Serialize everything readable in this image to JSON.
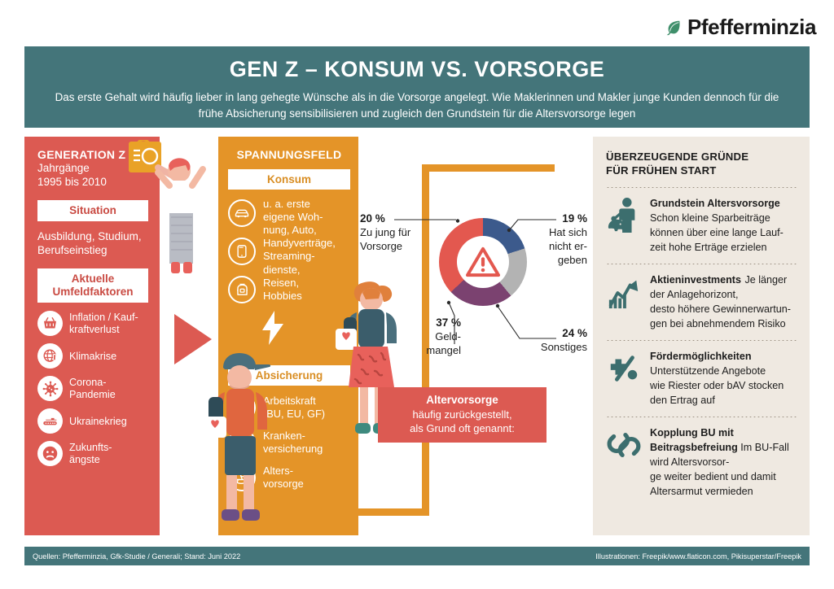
{
  "brand": {
    "name": "Pfefferminzia",
    "leaf_icon": "mint-leaf-icon",
    "color": "#2f7d5e"
  },
  "header": {
    "title": "GEN Z – KONSUM VS. VORSORGE",
    "subtitle": "Das erste Gehalt wird häufig lieber in lang gehegte Wünsche als in die Vorsorge angelegt. Wie Maklerinnen und Makler junge Kunden dennoch für die frühe Absicherung sensibilisieren und zugleich den Grundstein für die Altersvorsorge legen",
    "bg": "#44757a"
  },
  "left_panel": {
    "bg": "#dc5a52",
    "title": "GENERATION Z",
    "line1": "Jahrgänge",
    "line2": "1995 bis 2010",
    "pill_situation": "Situation",
    "situation_text_1": "Ausbildung, Studium,",
    "situation_text_2": "Berufseinstieg",
    "pill_factors_1": "Aktuelle",
    "pill_factors_2": "Umfeldfaktoren",
    "factors": [
      {
        "icon": "shopping-basket-icon",
        "label_1": "Inflation / Kauf-",
        "label_2": "kraftverlust"
      },
      {
        "icon": "globe-thermometer-icon",
        "label_1": "Klimakrise",
        "label_2": ""
      },
      {
        "icon": "virus-icon",
        "label_1": "Corona-",
        "label_2": "Pandemie"
      },
      {
        "icon": "tank-icon",
        "label_1": "Ukrainekrieg",
        "label_2": ""
      },
      {
        "icon": "sad-face-icon",
        "label_1": "Zukunfts-",
        "label_2": "ängste"
      }
    ]
  },
  "middle_panel": {
    "bg": "#e49428",
    "title": "SPANNUNGSFELD",
    "pill_konsum": "Konsum",
    "konsum_text": "u. a. erste eigene Woh-nung, Auto, Handyverträge, Streaming-dienste, Reisen, Hobbies",
    "konsum_lines": [
      "u. a. erste",
      "eigene Woh-",
      "nung, Auto,",
      "Handyverträge,",
      "Streaming-",
      "dienste,",
      "Reisen,",
      "Hobbies"
    ],
    "konsum_icons": [
      "car-icon",
      "smartphone-icon",
      "backpack-icon"
    ],
    "bolt_icon": "lightning-bolt-icon",
    "pill_absicherung": "Absicherung",
    "absicherung": [
      {
        "icon": "worker-person-icon",
        "label_1": "Arbeitskraft",
        "label_2": "(BU, EU, GF)"
      },
      {
        "icon": "heart-pulse-icon",
        "label_1": "Kranken-",
        "label_2": "versicherung"
      },
      {
        "icon": "rocking-chair-icon",
        "label_1": "Alters-",
        "label_2": "vorsorge"
      }
    ]
  },
  "center": {
    "callout_title": "Altervorsorge",
    "callout_line_1": "häufig zurückgestellt,",
    "callout_line_2": "als Grund oft genannt:",
    "callout_bg": "#dc5a52",
    "warning_icon": "warning-triangle-icon",
    "connector_color": "#e49428"
  },
  "chart_data": {
    "type": "pie",
    "title": "Altervorsorge häufig zurückgestellt, als Grund oft genannt:",
    "unit": "%",
    "donut": true,
    "legend_position": "around",
    "labels": [
      "Zu jung für Vorsorge",
      "Hat sich nicht ergeben",
      "Sonstiges",
      "Geldmangel"
    ],
    "values": [
      20,
      19,
      24,
      37
    ],
    "colors": [
      "#3c5a8c",
      "#b3b3b3",
      "#7b4270",
      "#e3584f"
    ],
    "slices": [
      {
        "pct": "20 %",
        "label_lines": [
          "Zu jung für",
          "Vorsorge"
        ],
        "value": 20,
        "color": "#3c5a8c",
        "position": "top-left"
      },
      {
        "pct": "19 %",
        "label_lines": [
          "Hat sich",
          "nicht er-",
          "geben"
        ],
        "value": 19,
        "color": "#b3b3b3",
        "position": "top-right"
      },
      {
        "pct": "24 %",
        "label_lines": [
          "Sonstiges"
        ],
        "value": 24,
        "color": "#7b4270",
        "position": "bottom-right"
      },
      {
        "pct": "37 %",
        "label_lines": [
          "Geld-",
          "mangel"
        ],
        "value": 37,
        "color": "#e3584f",
        "position": "bottom-left"
      }
    ]
  },
  "right_panel": {
    "bg": "#efe9e1",
    "title_1": "ÜBERZEUGENDE GRÜNDE",
    "title_2": "FÜR FRÜHEN START",
    "accent": "#3c6e6e",
    "items": [
      {
        "icon": "piggy-bank-person-icon",
        "heading": "Grundstein Altersvorsorge",
        "lines": [
          "Schon kleine Sparbeiträge",
          "können über eine lange Lauf-",
          "zeit hohe Erträge erzielen"
        ]
      },
      {
        "icon": "growth-chart-icon",
        "heading": "Aktieninvestments",
        "lines": [
          "Je länger der Anlagehorizont,",
          "desto höhere Gewinnerwartun-",
          "gen bei abnehmendem Risiko"
        ]
      },
      {
        "icon": "percent-plus-icon",
        "heading": "Fördermöglichkeiten",
        "lines": [
          "Unterstützende Angebote",
          "wie Riester oder bAV stocken",
          "den Ertrag auf"
        ]
      },
      {
        "icon": "chain-link-icon",
        "heading_1": "Kopplung BU mit",
        "heading_2": "Beitragsbefreiung",
        "lines": [
          "Im BU-Fall wird Altersvorsor-",
          "ge weiter bedient und damit",
          "Altersarmut vermieden"
        ]
      }
    ]
  },
  "footer": {
    "bg": "#44757a",
    "left": "Quellen: Pfefferminzia, Gfk-Studie / Generali; Stand: Juni 2022",
    "right": "Illustrationen: Freepik/www.flaticon.com, Pikisuperstar/Freepik"
  }
}
